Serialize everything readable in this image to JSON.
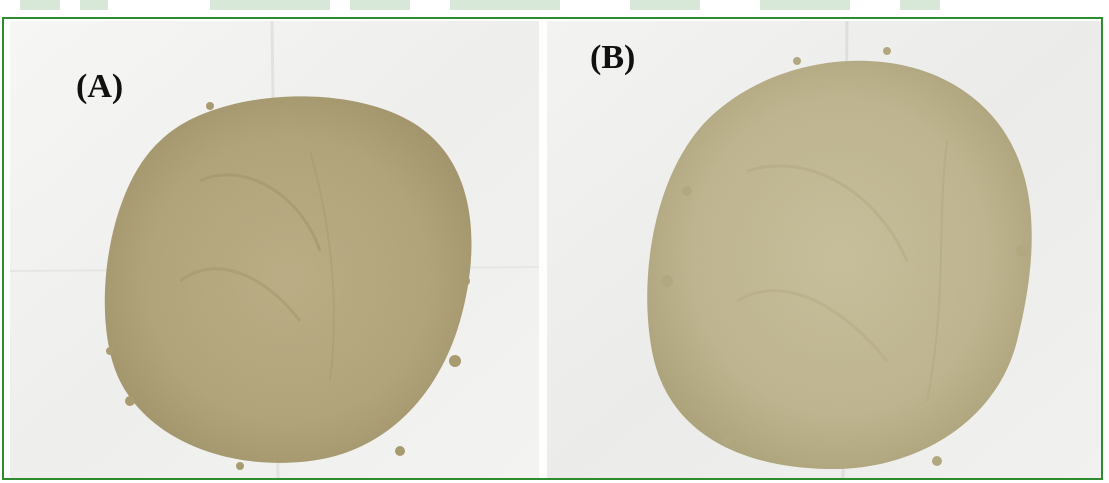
{
  "figure": {
    "panels": [
      {
        "id": "panel-a",
        "label": "(A)"
      },
      {
        "id": "panel-b",
        "label": "(B)"
      }
    ]
  },
  "colors": {
    "border": "#2e8b2e",
    "paper": "#f4f4f2",
    "powder_a": "#b5a77c",
    "powder_b": "#c2b992"
  }
}
